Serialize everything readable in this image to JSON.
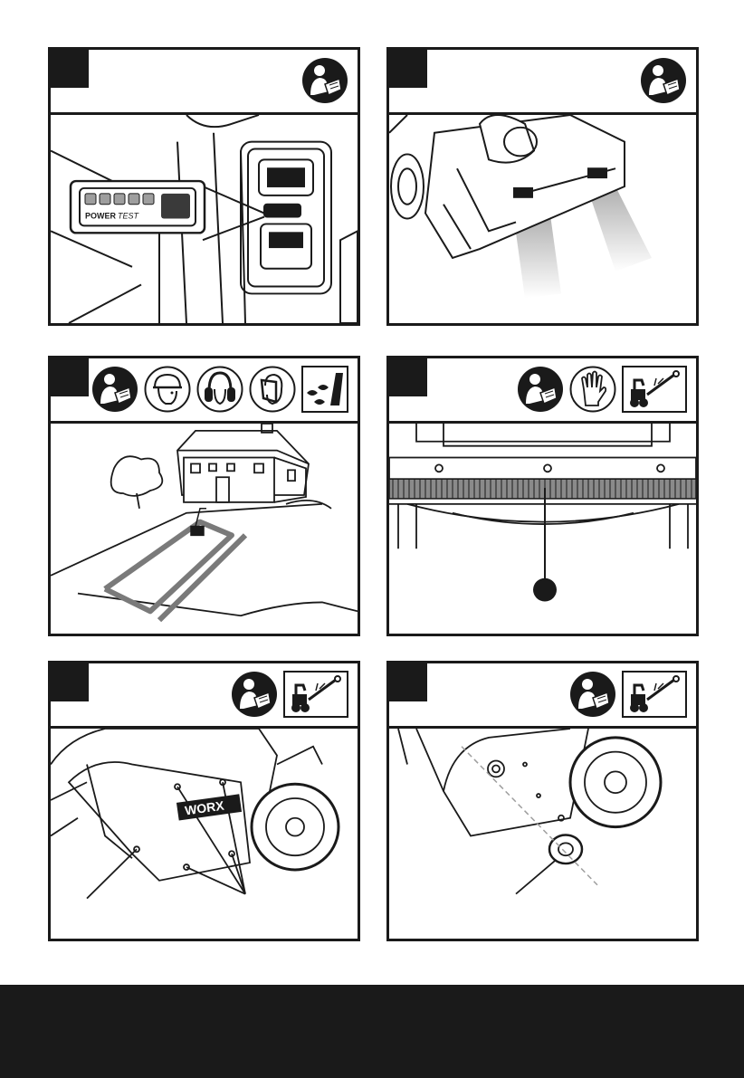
{
  "panels": [
    {
      "id": 1,
      "step_label": "",
      "icons": [
        "read-manual-icon"
      ],
      "callout_text": {
        "power": "POWER",
        "test": "TEST"
      }
    },
    {
      "id": 2,
      "step_label": "",
      "icons": [
        "read-manual-icon"
      ]
    },
    {
      "id": 3,
      "step_label": "",
      "icons": [
        "read-manual-icon",
        "hard-hat-icon",
        "ear-protection-icon",
        "face-shield-icon",
        "snow-blizzard-icon"
      ]
    },
    {
      "id": 4,
      "step_label": "",
      "icons": [
        "read-manual-icon",
        "gloves-icon",
        "snowthrower-maintenance-icon"
      ]
    },
    {
      "id": 5,
      "step_label": "",
      "icons": [
        "read-manual-icon",
        "snowthrower-maintenance-icon"
      ],
      "brand": "WORX"
    },
    {
      "id": 6,
      "step_label": "",
      "icons": [
        "read-manual-icon",
        "snowthrower-maintenance-icon"
      ]
    }
  ],
  "colors": {
    "ink": "#1a1a1a",
    "paper": "#ffffff",
    "beam": "#bdbdbd"
  }
}
